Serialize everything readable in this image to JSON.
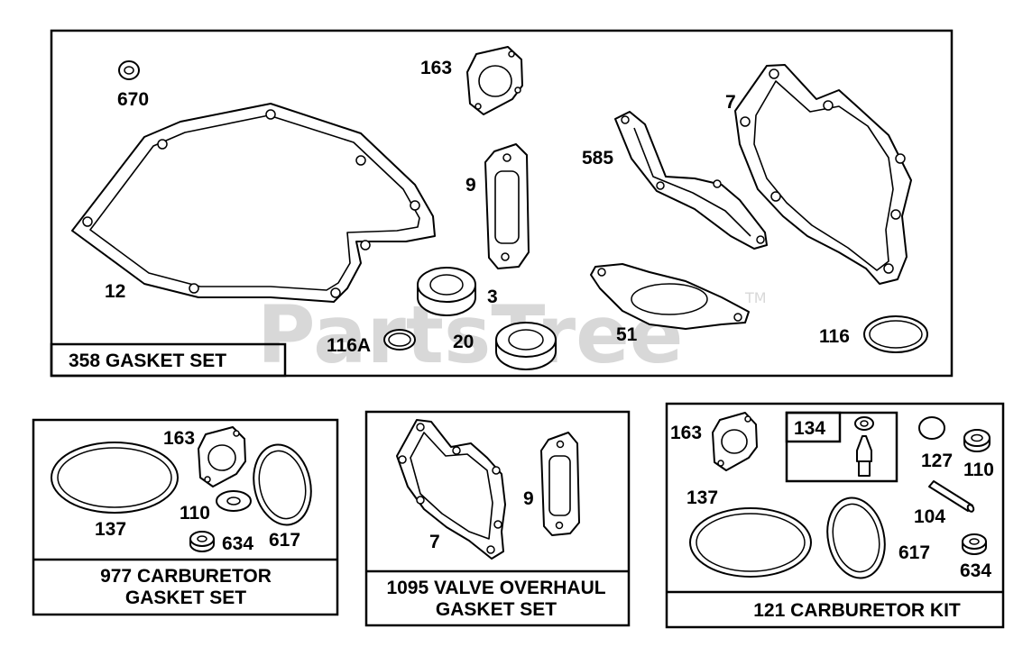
{
  "watermark": {
    "text": "PartsTree",
    "tm": "TM"
  },
  "panels": {
    "gasket_set_358": {
      "title": "358 GASKET SET",
      "labels": {
        "p670": "670",
        "p163": "163",
        "p7": "7",
        "p585": "585",
        "p9": "9",
        "p12": "12",
        "p3": "3",
        "p116a": "116A",
        "p20": "20",
        "p51": "51",
        "p116": "116"
      }
    },
    "carb_gasket_977": {
      "title_line1": "977 CARBURETOR",
      "title_line2": "GASKET SET",
      "labels": {
        "p163": "163",
        "p137": "137",
        "p110": "110",
        "p634": "634",
        "p617": "617"
      }
    },
    "valve_overhaul_1095": {
      "title_line1": "1095 VALVE OVERHAUL",
      "title_line2": "GASKET SET",
      "labels": {
        "p9": "9",
        "p7": "7"
      }
    },
    "carb_kit_121": {
      "title": "121 CARBURETOR KIT",
      "labels": {
        "p163": "163",
        "p134": "134",
        "p127": "127",
        "p110": "110",
        "p137": "137",
        "p104": "104",
        "p617": "617",
        "p634": "634"
      }
    }
  }
}
